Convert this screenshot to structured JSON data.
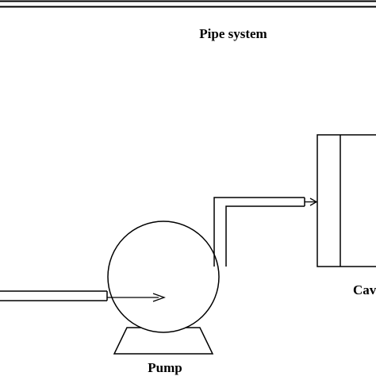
{
  "diagram": {
    "title": "Pipe system",
    "pump_label": "Pump",
    "cavity_label": "Cav"
  },
  "colors": {
    "stroke": "#000000",
    "background": "#ffffff"
  }
}
